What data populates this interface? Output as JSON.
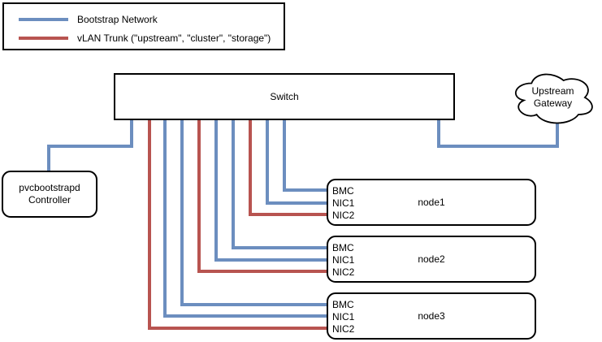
{
  "colors": {
    "bootstrap_line": "#6c8ebf",
    "vlan_line": "#b85450",
    "box_border": "#000000",
    "background": "#ffffff"
  },
  "legend": {
    "items": [
      {
        "label": "Bootstrap Network"
      },
      {
        "label": "vLAN Trunk (\"upstream\", \"cluster\", \"storage\")"
      }
    ]
  },
  "switch": {
    "label": "Switch"
  },
  "gateway": {
    "line1": "Upstream",
    "line2": "Gateway"
  },
  "controller": {
    "line1": "pvcbootstrapd",
    "line2": "Controller"
  },
  "nodes": [
    {
      "name": "node1",
      "ports": [
        "BMC",
        "NIC1",
        "NIC2"
      ]
    },
    {
      "name": "node2",
      "ports": [
        "BMC",
        "NIC1",
        "NIC2"
      ]
    },
    {
      "name": "node3",
      "ports": [
        "BMC",
        "NIC1",
        "NIC2"
      ]
    }
  ]
}
